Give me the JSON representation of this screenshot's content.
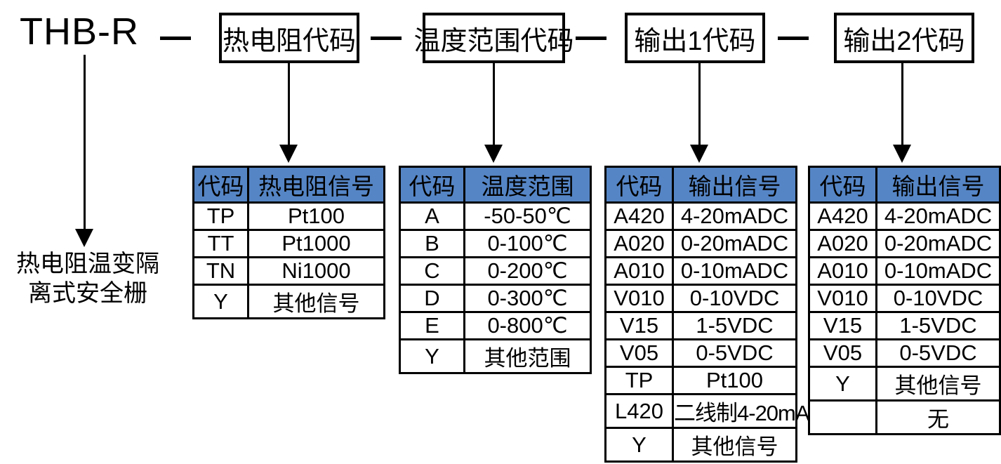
{
  "diagram": {
    "title": "THB-R",
    "model_root": "THB-R",
    "separator": "—",
    "left_caption_line1": "热电阻温变隔",
    "left_caption_line2": "离式安全栅",
    "segments": [
      {
        "box_label": "热电阻代码"
      },
      {
        "box_label": "温度范围代码"
      },
      {
        "box_label": "输出1代码"
      },
      {
        "box_label": "输出2代码"
      }
    ],
    "colors": {
      "header_blue": "#5585c5",
      "border_black": "#000000",
      "background": "#ffffff"
    }
  },
  "tables": [
    {
      "name": "rtd-code-table",
      "headers": [
        "代码",
        "热电阻信号"
      ],
      "rows": [
        [
          "TP",
          "Pt100"
        ],
        [
          "TT",
          "Pt1000"
        ],
        [
          "TN",
          "Ni1000"
        ],
        [
          "Y",
          "其他信号"
        ]
      ]
    },
    {
      "name": "temperature-range-table",
      "headers": [
        "代码",
        "温度范围"
      ],
      "rows": [
        [
          "A",
          "-50-50℃"
        ],
        [
          "B",
          "0-100℃"
        ],
        [
          "C",
          "0-200℃"
        ],
        [
          "D",
          "0-300℃"
        ],
        [
          "E",
          "0-800℃"
        ],
        [
          "Y",
          "其他范围"
        ]
      ]
    },
    {
      "name": "output1-code-table",
      "headers": [
        "代码",
        "输出信号"
      ],
      "rows": [
        [
          "A420",
          "4-20mADC"
        ],
        [
          "A020",
          "0-20mADC"
        ],
        [
          "A010",
          "0-10mADC"
        ],
        [
          "V010",
          "0-10VDC"
        ],
        [
          "V15",
          "1-5VDC"
        ],
        [
          "V05",
          "0-5VDC"
        ],
        [
          "TP",
          "Pt100"
        ],
        [
          "L420",
          "二线制4-20mA"
        ],
        [
          "Y",
          "其他信号"
        ]
      ]
    },
    {
      "name": "output2-code-table",
      "headers": [
        "代码",
        "输出信号"
      ],
      "rows": [
        [
          "A420",
          "4-20mADC"
        ],
        [
          "A020",
          "0-20mADC"
        ],
        [
          "A010",
          "0-10mADC"
        ],
        [
          "V010",
          "0-10VDC"
        ],
        [
          "V15",
          "1-5VDC"
        ],
        [
          "V05",
          "0-5VDC"
        ],
        [
          "Y",
          "其他信号"
        ],
        [
          "",
          "无"
        ]
      ]
    }
  ]
}
